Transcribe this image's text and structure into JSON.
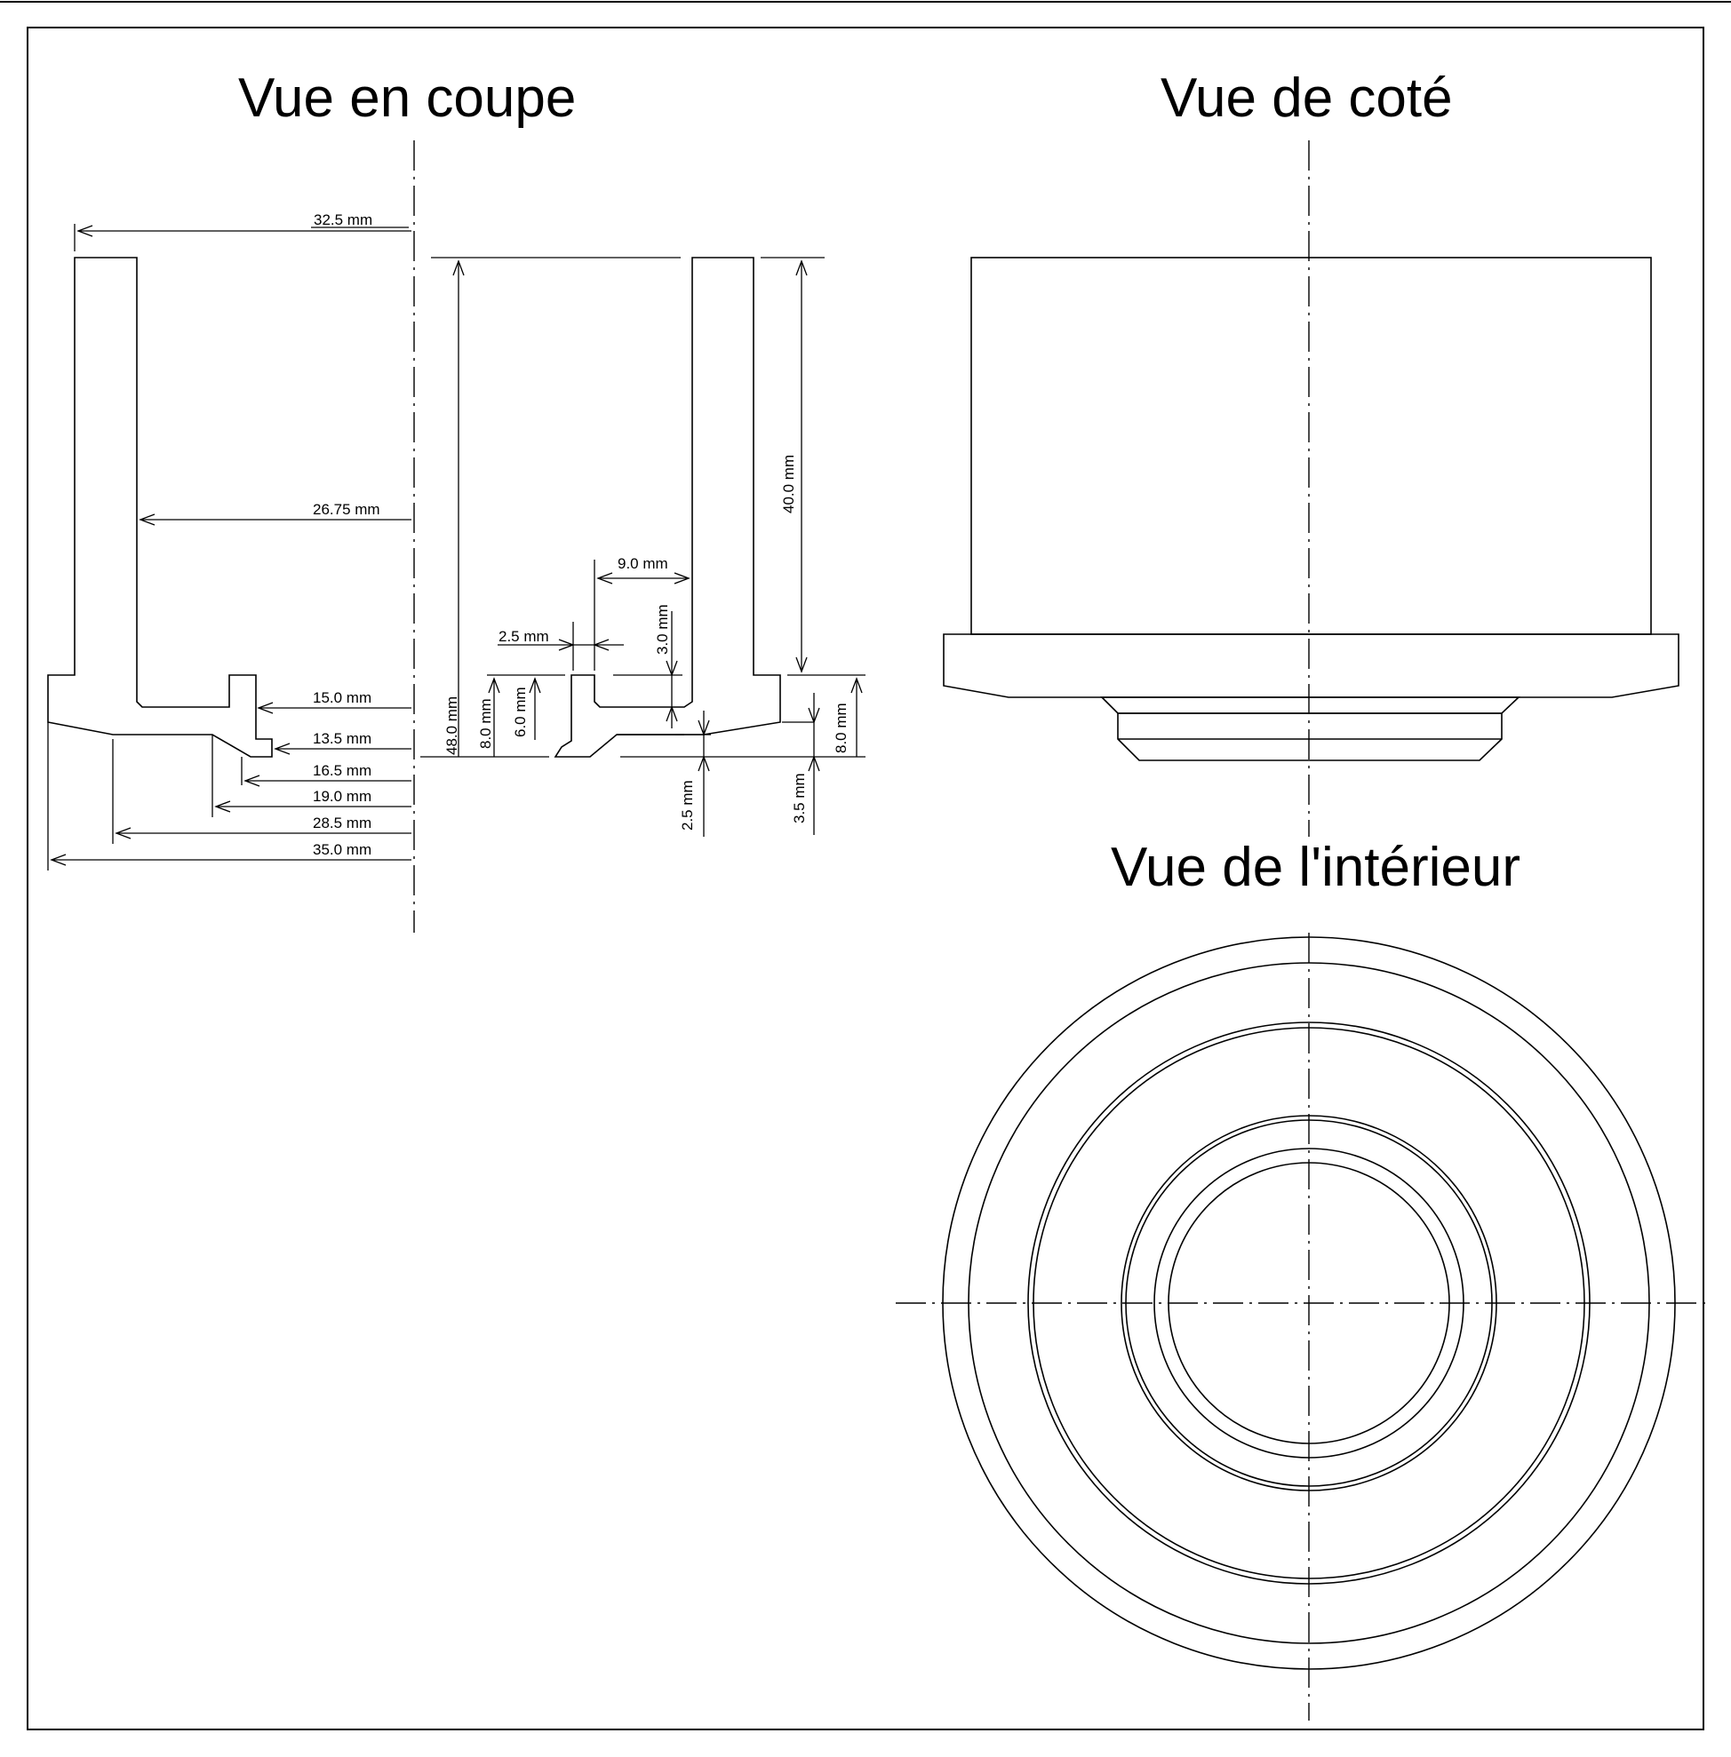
{
  "titles": {
    "section": "Vue en coupe",
    "side": "Vue de coté",
    "interior": "Vue de l'intérieur"
  },
  "dimensions": {
    "d_32_5": "32.5 mm",
    "d_26_75": "26.75 mm",
    "d_15_0": "15.0 mm",
    "d_13_5": "13.5 mm",
    "d_16_5": "16.5 mm",
    "d_19_0": "19.0 mm",
    "d_28_5": "28.5 mm",
    "d_35_0": "35.0 mm",
    "d_48_0": "48.0 mm",
    "d_8_0_left": "8.0 mm",
    "d_6_0": "6.0 mm",
    "d_2_5_h": "2.5 mm",
    "d_9_0": "9.0 mm",
    "d_3_0": "3.0 mm",
    "d_40_0": "40.0 mm",
    "d_2_5_v": "2.5 mm",
    "d_3_5": "3.5 mm",
    "d_8_0_right": "8.0 mm"
  }
}
